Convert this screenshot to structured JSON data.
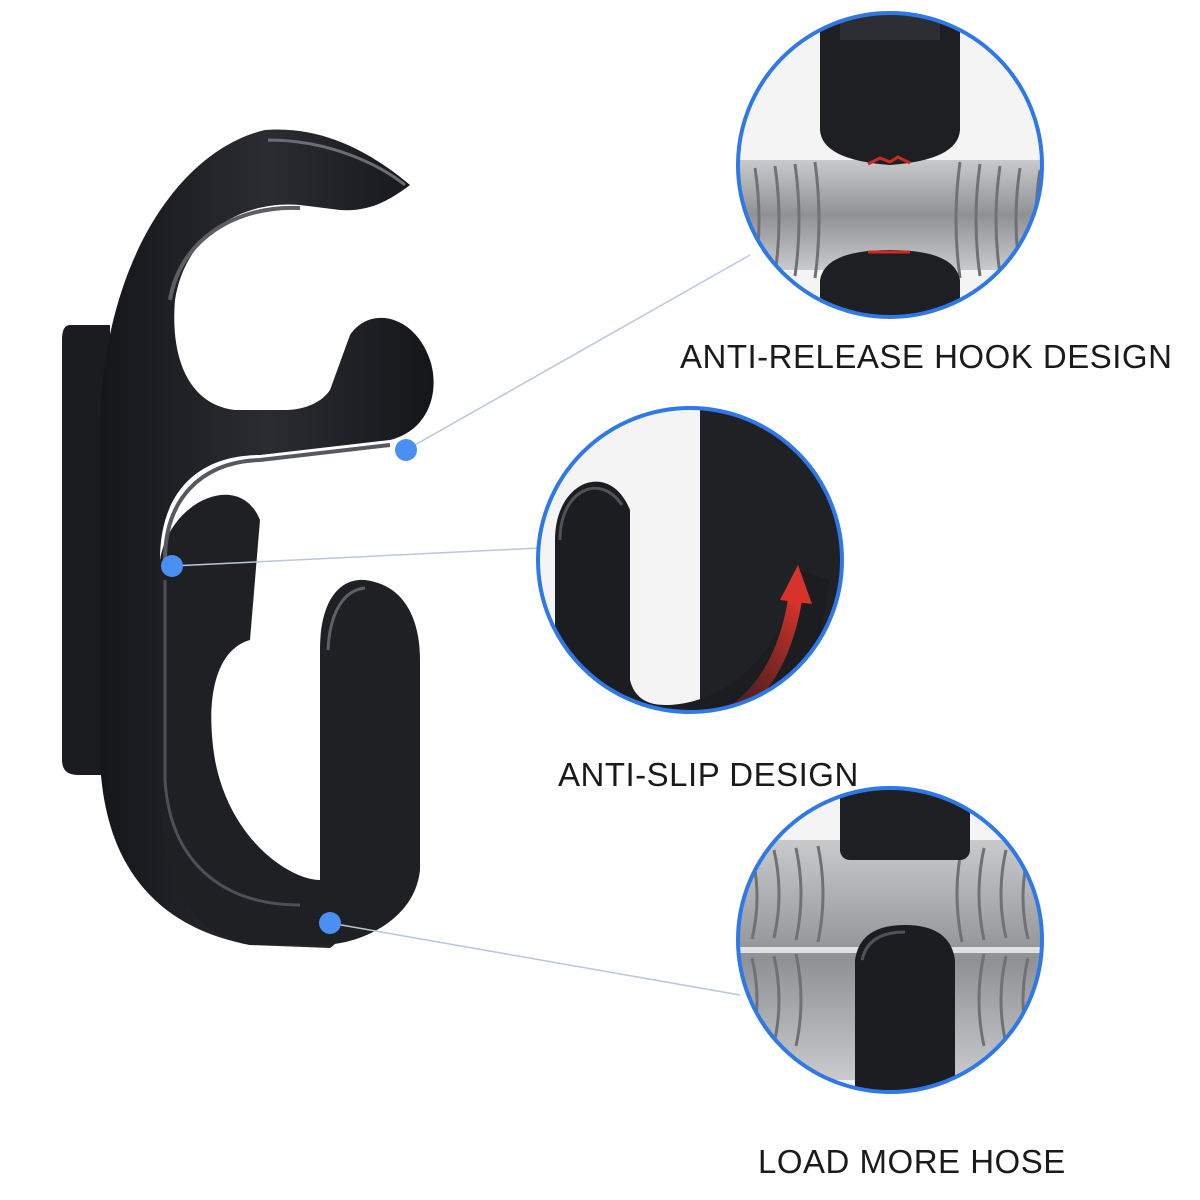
{
  "captions": {
    "anti_release": "ANTI-RELEASE HOOK DESIGN",
    "anti_slip": "ANTI-SLIP DESIGN",
    "load_more": "LOAD MORE HOSE"
  },
  "colors": {
    "accent": "#2f78e8",
    "marker": "#4a8ff2",
    "hook_body": "#1c1d20",
    "hook_highlight": "#55585e",
    "hose": "#a8aaad",
    "arrow_red": "#cc2a22",
    "background": "#ffffff"
  }
}
